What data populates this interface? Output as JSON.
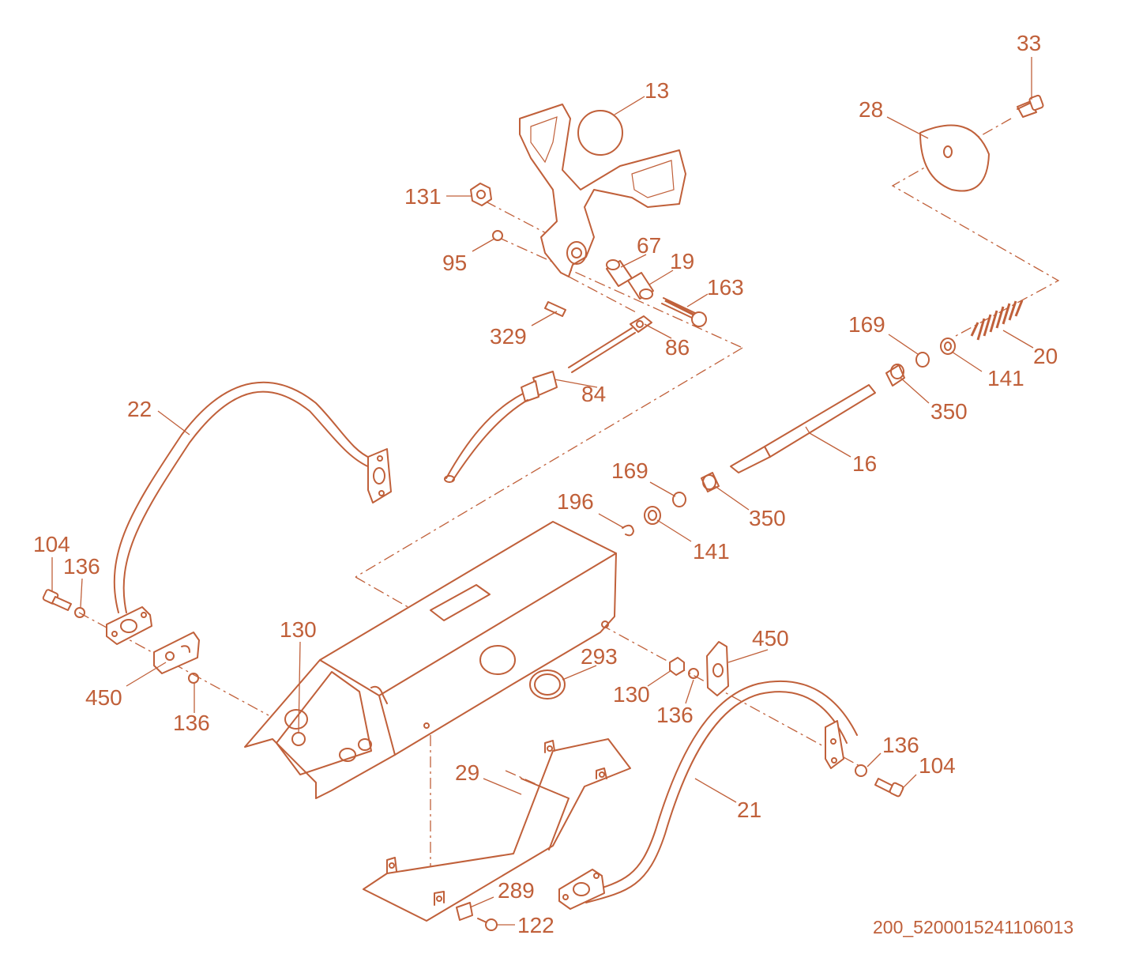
{
  "diagram": {
    "callouts": [
      {
        "id": "33",
        "text": "33"
      },
      {
        "id": "13",
        "text": "13"
      },
      {
        "id": "28",
        "text": "28"
      },
      {
        "id": "131",
        "text": "131"
      },
      {
        "id": "67",
        "text": "67"
      },
      {
        "id": "19",
        "text": "19"
      },
      {
        "id": "95",
        "text": "95"
      },
      {
        "id": "163",
        "text": "163"
      },
      {
        "id": "329",
        "text": "329"
      },
      {
        "id": "86",
        "text": "86"
      },
      {
        "id": "169a",
        "text": "169"
      },
      {
        "id": "20",
        "text": "20"
      },
      {
        "id": "141a",
        "text": "141"
      },
      {
        "id": "84",
        "text": "84"
      },
      {
        "id": "350a",
        "text": "350"
      },
      {
        "id": "22",
        "text": "22"
      },
      {
        "id": "16",
        "text": "16"
      },
      {
        "id": "169b",
        "text": "169"
      },
      {
        "id": "196",
        "text": "196"
      },
      {
        "id": "350b",
        "text": "350"
      },
      {
        "id": "141b",
        "text": "141"
      },
      {
        "id": "104a",
        "text": "104"
      },
      {
        "id": "136a",
        "text": "136"
      },
      {
        "id": "130a",
        "text": "130"
      },
      {
        "id": "450a",
        "text": "450"
      },
      {
        "id": "293",
        "text": "293"
      },
      {
        "id": "130b",
        "text": "130"
      },
      {
        "id": "136b",
        "text": "136"
      },
      {
        "id": "450b",
        "text": "450"
      },
      {
        "id": "136c",
        "text": "136"
      },
      {
        "id": "136d",
        "text": "136"
      },
      {
        "id": "104b",
        "text": "104"
      },
      {
        "id": "29",
        "text": "29"
      },
      {
        "id": "21",
        "text": "21"
      },
      {
        "id": "289",
        "text": "289"
      },
      {
        "id": "122",
        "text": "122"
      }
    ],
    "drawing_code": "200_5200015241106013",
    "colors": {
      "line": "#c0603a",
      "background": "#ffffff"
    }
  }
}
